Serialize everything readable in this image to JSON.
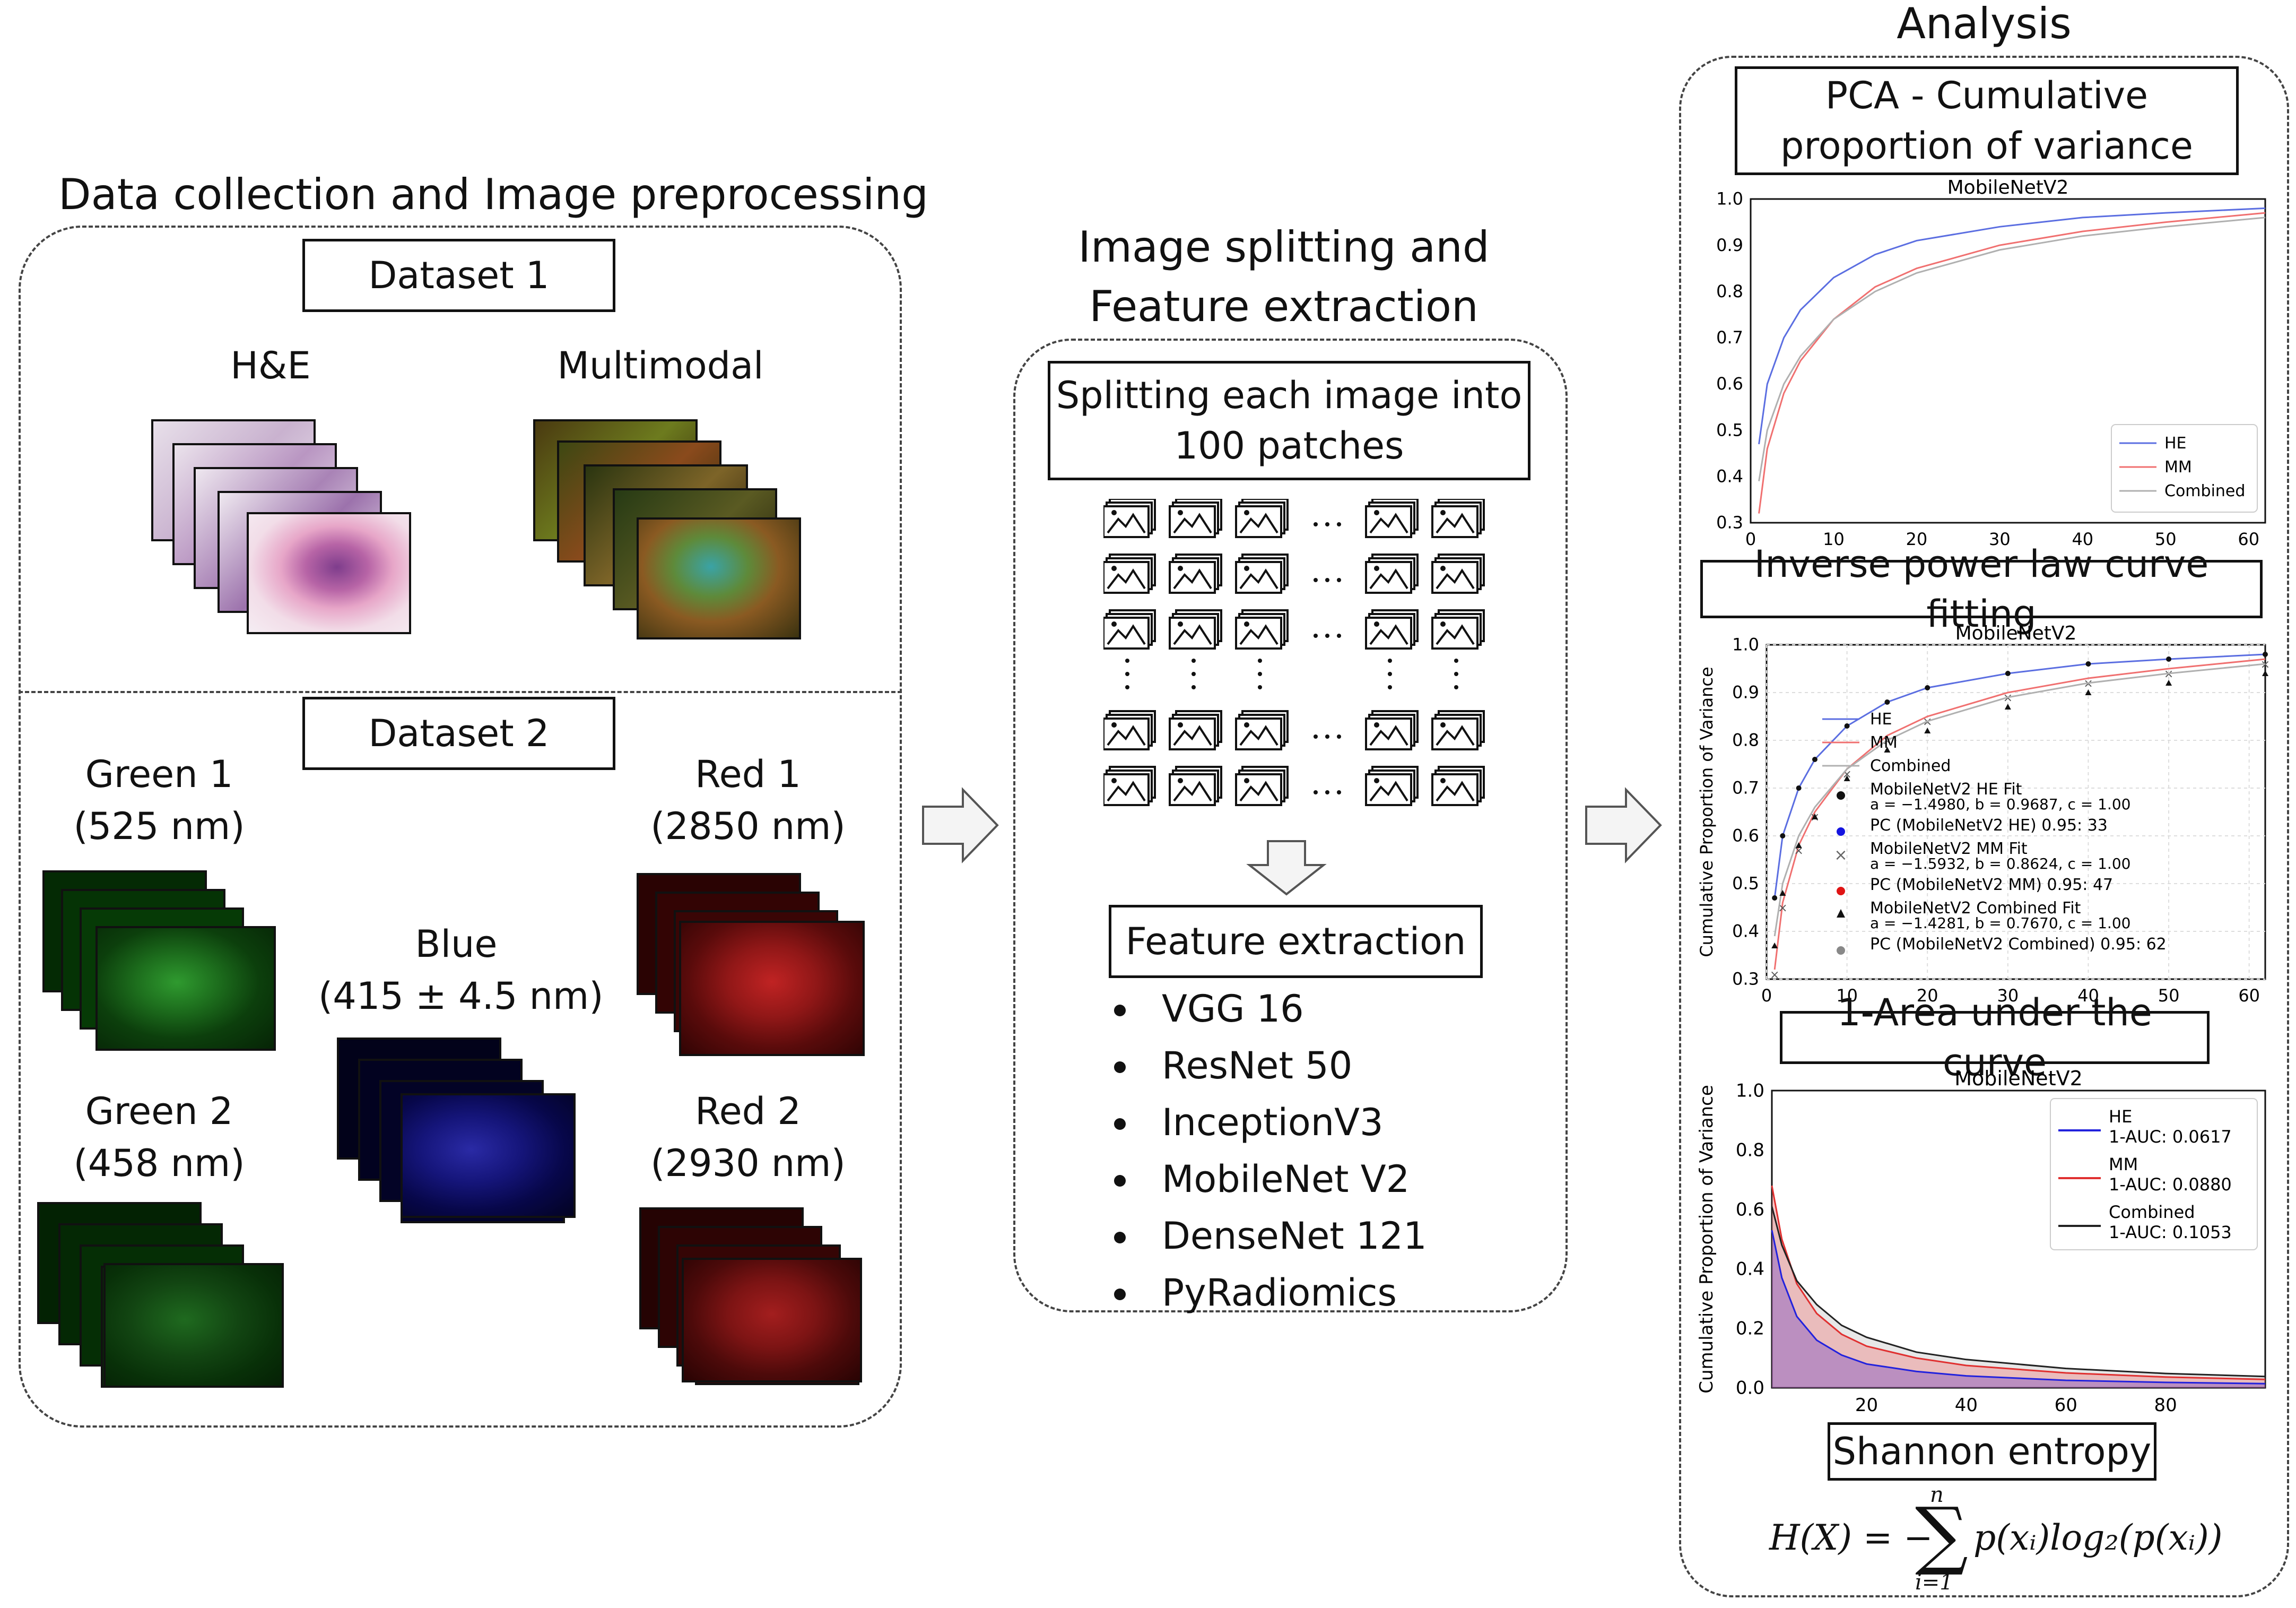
{
  "section1": {
    "title": "Data collection and Image preprocessing",
    "dataset1": "Dataset 1",
    "he": "H&E",
    "multimodal": "Multimodal",
    "dataset2": "Dataset 2",
    "green1": [
      "Green 1",
      "(525 nm)"
    ],
    "green2": [
      "Green 2",
      "(458 nm)"
    ],
    "blue": [
      "Blue",
      "(415 ± 4.5 nm)"
    ],
    "red1": [
      "Red 1",
      "(2850 nm)"
    ],
    "red2": [
      "Red 2",
      "(2930 nm)"
    ]
  },
  "section2": {
    "title": [
      "Image splitting and",
      "Feature extraction"
    ],
    "split_box": [
      "Splitting each image into",
      "100 patches"
    ],
    "feature_box": "Feature extraction",
    "features": [
      "VGG 16",
      "ResNet 50",
      "InceptionV3",
      "MobileNet V2",
      "DenseNet 121",
      "PyRadiomics"
    ]
  },
  "section3": {
    "title": "Analysis",
    "pca_box": [
      "PCA - Cumulative",
      "proportion of variance"
    ],
    "ipl_box": "Inverse power law curve fitting",
    "auc_box": "1-Area under the curve",
    "shannon_box": "Shannon entropy",
    "formula": "H(X) = −∑ p(xᵢ)log₂(p(xᵢ))"
  },
  "colors": {
    "he": "#5b6ee1",
    "mm": "#f07070",
    "combined": "#b0b0b0"
  },
  "chart_data": [
    {
      "type": "line",
      "title": "MobileNetV2",
      "xlim": [
        0,
        62
      ],
      "ylim": [
        0.3,
        1.0
      ],
      "xticks": [
        "0",
        "10",
        "20",
        "30",
        "40",
        "50",
        "60"
      ],
      "yticks": [
        "0.3",
        "0.4",
        "0.5",
        "0.6",
        "0.7",
        "0.8",
        "0.9",
        "1.0"
      ],
      "legend": "bottom-right",
      "series": [
        {
          "name": "HE",
          "x": [
            1,
            2,
            4,
            6,
            10,
            15,
            20,
            30,
            40,
            50,
            62
          ],
          "values": [
            0.47,
            0.6,
            0.7,
            0.76,
            0.83,
            0.88,
            0.91,
            0.94,
            0.96,
            0.97,
            0.98
          ]
        },
        {
          "name": "MM",
          "x": [
            1,
            2,
            4,
            6,
            10,
            15,
            20,
            30,
            40,
            50,
            62
          ],
          "values": [
            0.32,
            0.46,
            0.58,
            0.65,
            0.74,
            0.81,
            0.85,
            0.9,
            0.93,
            0.95,
            0.97
          ]
        },
        {
          "name": "Combined",
          "x": [
            1,
            2,
            4,
            6,
            10,
            15,
            20,
            30,
            40,
            50,
            62
          ],
          "values": [
            0.39,
            0.5,
            0.6,
            0.66,
            0.74,
            0.8,
            0.84,
            0.89,
            0.92,
            0.94,
            0.96
          ]
        }
      ]
    },
    {
      "type": "scatter",
      "title": "MobileNetV2",
      "ylabel": "Cumulative Proportion of Variance",
      "xlim": [
        0,
        62
      ],
      "ylim": [
        0.3,
        1.0
      ],
      "xticks": [
        "0",
        "10",
        "20",
        "30",
        "40",
        "50",
        "60"
      ],
      "yticks": [
        "0.3",
        "0.4",
        "0.5",
        "0.6",
        "0.7",
        "0.8",
        "0.9",
        "1.0"
      ],
      "legend_entries": [
        "HE",
        "MM",
        "Combined",
        "MobileNetV2 HE Fit",
        "a = −1.4980, b = 0.9687, c = 1.00",
        "PC (MobileNetV2 HE) 0.95: 33",
        "MobileNetV2 MM Fit",
        "a = −1.5932, b = 0.8624, c = 1.00",
        "PC (MobileNetV2 MM) 0.95: 47",
        "MobileNetV2 Combined Fit",
        "a = −1.4281, b = 0.7670, c = 1.00",
        "PC (MobileNetV2 Combined) 0.95: 62"
      ],
      "series": [
        {
          "name": "HE",
          "x": [
            1,
            2,
            4,
            6,
            10,
            15,
            20,
            30,
            40,
            50,
            62
          ],
          "values": [
            0.47,
            0.6,
            0.7,
            0.76,
            0.83,
            0.88,
            0.91,
            0.94,
            0.96,
            0.97,
            0.98
          ]
        },
        {
          "name": "MM",
          "x": [
            1,
            2,
            4,
            6,
            10,
            15,
            20,
            30,
            40,
            50,
            62
          ],
          "values": [
            0.32,
            0.46,
            0.58,
            0.65,
            0.74,
            0.81,
            0.85,
            0.9,
            0.93,
            0.95,
            0.97
          ]
        },
        {
          "name": "Combined",
          "x": [
            1,
            2,
            4,
            6,
            10,
            15,
            20,
            30,
            40,
            50,
            62
          ],
          "values": [
            0.39,
            0.5,
            0.6,
            0.66,
            0.74,
            0.8,
            0.84,
            0.89,
            0.92,
            0.94,
            0.96
          ]
        }
      ]
    },
    {
      "type": "area",
      "title": "MobileNetV2",
      "ylabel": "Cumulative Proportion of Variance",
      "xlim": [
        1,
        100
      ],
      "ylim": [
        0.0,
        1.0
      ],
      "xticks": [
        "20",
        "40",
        "60",
        "80"
      ],
      "yticks": [
        "0.0",
        "0.2",
        "0.4",
        "0.6",
        "0.8",
        "1.0"
      ],
      "legend": "top-right",
      "series": [
        {
          "name": "HE",
          "label": "1-AUC: 0.0617",
          "x": [
            1,
            3,
            6,
            10,
            15,
            20,
            30,
            40,
            60,
            80,
            100
          ],
          "values": [
            0.53,
            0.37,
            0.24,
            0.16,
            0.11,
            0.08,
            0.055,
            0.04,
            0.025,
            0.018,
            0.014
          ]
        },
        {
          "name": "MM",
          "label": "1-AUC: 0.0880",
          "x": [
            1,
            3,
            6,
            10,
            15,
            20,
            30,
            40,
            60,
            80,
            100
          ],
          "values": [
            0.68,
            0.5,
            0.35,
            0.25,
            0.18,
            0.14,
            0.1,
            0.075,
            0.05,
            0.036,
            0.028
          ]
        },
        {
          "name": "Combined",
          "label": "1-AUC: 0.1053",
          "x": [
            1,
            3,
            6,
            10,
            15,
            20,
            30,
            40,
            60,
            80,
            100
          ],
          "values": [
            0.61,
            0.48,
            0.36,
            0.28,
            0.21,
            0.17,
            0.12,
            0.095,
            0.065,
            0.048,
            0.038
          ]
        }
      ]
    }
  ]
}
